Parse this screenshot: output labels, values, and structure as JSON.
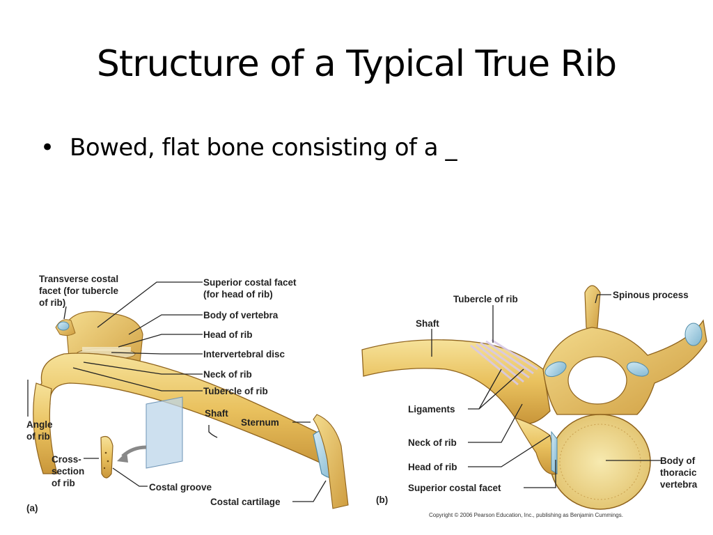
{
  "slide": {
    "title": "Structure of a Typical True Rib",
    "bullet": "Bowed, flat bone consisting of a _"
  },
  "figure_a": {
    "panel": "(a)",
    "labels": {
      "transverse_1": "Transverse costal",
      "transverse_2": "facet (for tubercle",
      "transverse_3": "of rib)",
      "superior_1": "Superior costal facet",
      "superior_2": "(for head of rib)",
      "body_vertebra": "Body of vertebra",
      "head": "Head of rib",
      "disc": "Intervertebral disc",
      "neck": "Neck of rib",
      "tubercle": "Tubercle of rib",
      "shaft": "Shaft",
      "sternum": "Sternum",
      "angle_1": "Angle",
      "angle_2": "of rib",
      "cross_1": "Cross-",
      "cross_2": "section",
      "cross_3": "of rib",
      "groove": "Costal groove",
      "cartilage": "Costal cartilage"
    }
  },
  "figure_b": {
    "panel": "(b)",
    "labels": {
      "tubercle": "Tubercle of rib",
      "spinous": "Spinous process",
      "shaft": "Shaft",
      "ligaments": "Ligaments",
      "neck": "Neck of rib",
      "head": "Head of rib",
      "superior": "Superior costal facet",
      "body_1": "Body of",
      "body_2": "thoracic",
      "body_3": "vertebra"
    }
  },
  "copyright": "Copyright © 2006 Pearson Education, Inc., publishing as Benjamin Cummings."
}
